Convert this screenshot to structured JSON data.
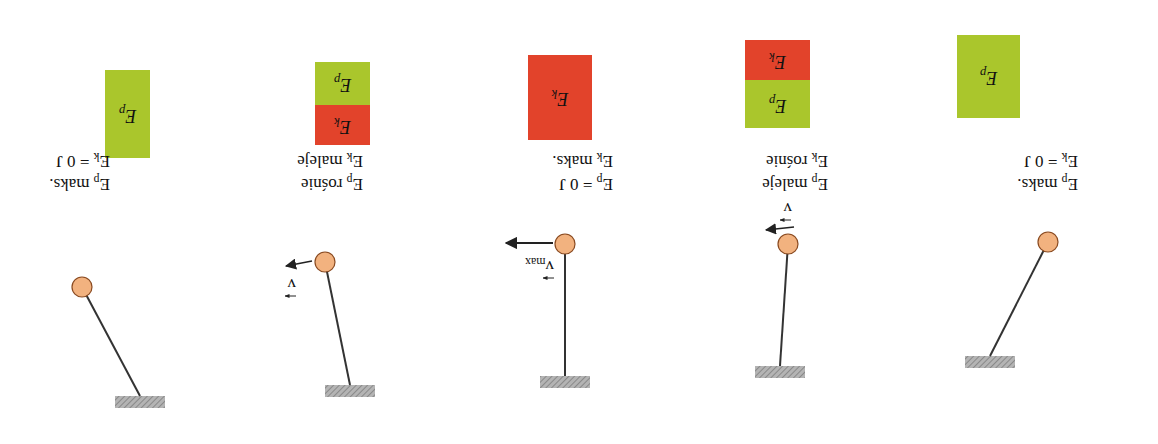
{
  "diagram": {
    "nodes": [
      {
        "text": [
          "Ep"
        ]
      },
      {
        "text": [
          "Ep"
        ]
      },
      {
        "text": [
          "Ek"
        ]
      },
      {
        "text": [
          "Ek"
        ]
      },
      {
        "text": [
          "Ek"
        ]
      },
      {
        "text": [
          "Ep"
        ]
      },
      {
        "text": [
          "Ep"
        ]
      }
    ],
    "labels": [
      "Ep maks.",
      "Ek = 0 J",
      "v",
      "Ep maleje",
      "Ek rośnie",
      "vmax",
      "Ep = 0 J",
      "Ek maks.",
      "v",
      "Ep rośnie",
      "Ek maleje",
      "Ep maks.",
      "Ek = 0 J"
    ]
  }
}
